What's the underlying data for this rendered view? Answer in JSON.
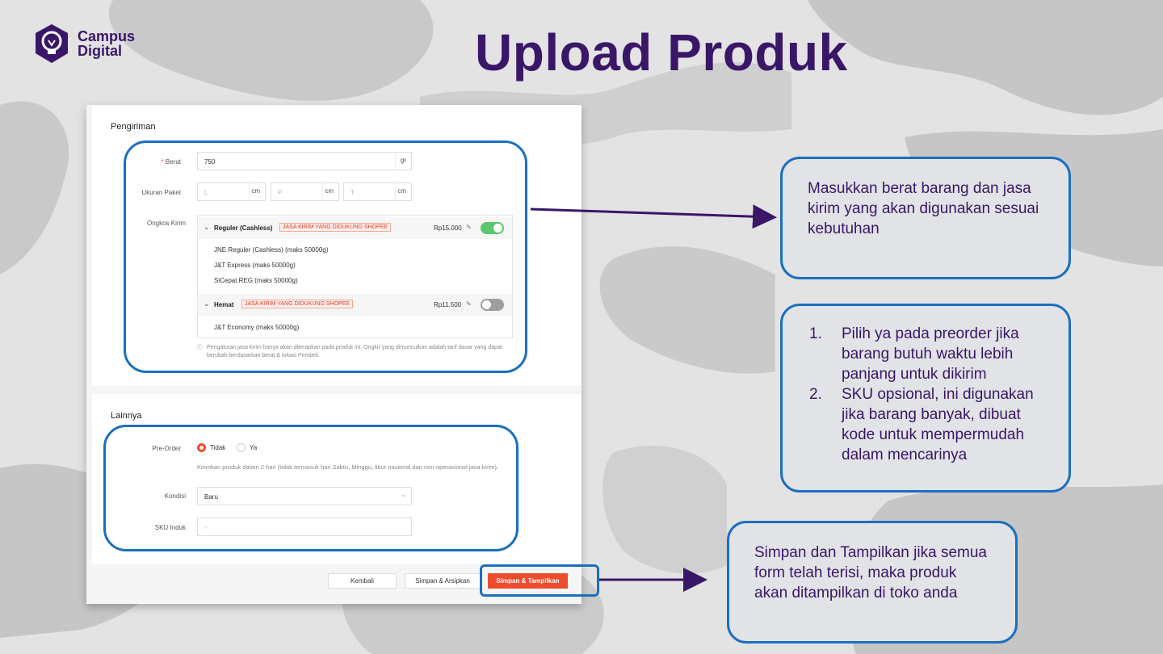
{
  "brand": {
    "line1": "Campus",
    "line2": "Digital"
  },
  "title": "Upload Produk",
  "form": {
    "pengiriman": {
      "title": "Pengiriman",
      "berat_label": "Berat",
      "berat_value": "750",
      "berat_unit": "gr",
      "ukuran_label": "Ukuran Paket",
      "dims": [
        {
          "placeholder": "L",
          "unit": "cm"
        },
        {
          "placeholder": "P",
          "unit": "cm"
        },
        {
          "placeholder": "T",
          "unit": "cm"
        }
      ],
      "ongkos_label": "Ongkos Kirim",
      "groups": [
        {
          "name": "Reguler (Cashless)",
          "badge": "JASA KIRIM YANG DIDUKUNG SHOPEE",
          "price": "Rp15.000",
          "enabled": true,
          "couriers": [
            "JNE Reguler (Cashless)  (maks 50000g)",
            "J&T Express  (maks 50000g)",
            "SiCepat REG  (maks 50000g)"
          ]
        },
        {
          "name": "Hemat",
          "badge": "JASA KIRIM YANG DIDUKUNG SHOPEE",
          "price": "Rp11.500",
          "enabled": false,
          "couriers": [
            "J&T Economy  (maks 50000g)"
          ]
        }
      ],
      "note": "Pengaturan jasa kirim hanya akan diterapkan pada produk ini. Ongkir yang dimunculkan adalah tarif dasar yang dapat berubah berdasarkan berat & lokasi Pembeli."
    },
    "lainnya": {
      "title": "Lainnya",
      "preorder_label": "Pre-Order",
      "preorder_options": [
        "Tidak",
        "Ya"
      ],
      "preorder_selected": "Tidak",
      "preorder_hint": "Kirimkan produk dalam 2 hari (tidak termasuk hari Sabtu, Minggu, libur nasional dan non-operasional jasa kirim).",
      "kondisi_label": "Kondisi",
      "kondisi_value": "Baru",
      "sku_label": "SKU Induk",
      "sku_value": "-"
    },
    "buttons": {
      "back": "Kembali",
      "archive": "Simpan & Arsipkan",
      "publish": "Simpan & Tampilkan"
    }
  },
  "callouts": {
    "weight": "Masukkan berat barang dan jasa kirim yang akan digunakan sesuai kebutuhan",
    "list": [
      {
        "n": "1.",
        "text": "Pilih ya pada preorder jika barang butuh waktu lebih panjang untuk dikirim"
      },
      {
        "n": "2.",
        "text": "SKU opsional, ini digunakan jika barang banyak, dibuat kode untuk mempermudah dalam mencarinya"
      }
    ],
    "save": "Simpan dan Tampilkan jika semua form telah terisi, maka produk akan ditampilkan di toko anda"
  },
  "colors": {
    "purple": "#3a1668",
    "blue_highlight": "#1b6fbf",
    "shopee_orange": "#ee4d2d",
    "toggle_on": "#5bc66b"
  }
}
